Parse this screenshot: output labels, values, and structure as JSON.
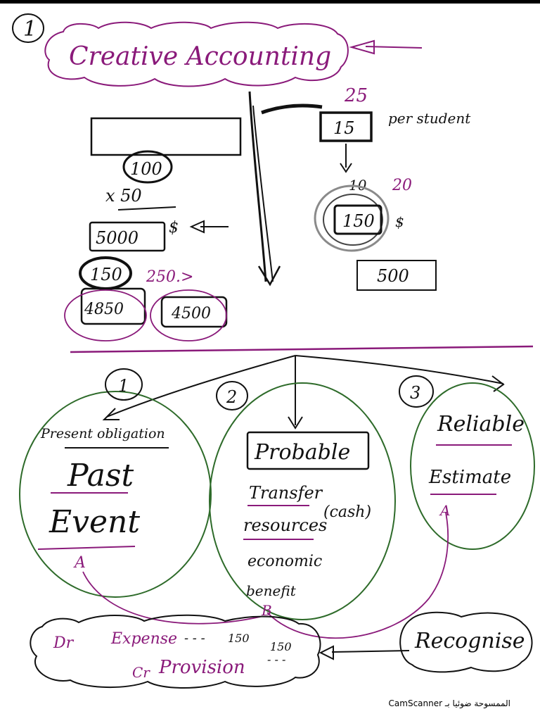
{
  "colors": {
    "ink": "#111111",
    "magenta": "#8a1a7a",
    "green": "#2e6b2a",
    "top_edge": "#000000"
  },
  "top": {
    "page_number": "1",
    "title": "Creative Accounting"
  },
  "left_calc": {
    "circled_value": "100",
    "multiplier": "x 50",
    "total": "5000",
    "currency": "$",
    "deduction": "150",
    "deduction_note": "250.>",
    "result": "4850",
    "alt_result": "4500"
  },
  "right_calc": {
    "top_note": "25",
    "per_student_value": "15",
    "per_student_label": "per student",
    "mid_note_a": "10",
    "mid_note_b": "20",
    "circled_value": "150",
    "currency": "$",
    "boxed_value": "500"
  },
  "criteria": [
    {
      "number": "1",
      "lines": [
        "Present obligation",
        "Past",
        "Event"
      ]
    },
    {
      "number": "2",
      "lines": [
        "Probable",
        "Transfer",
        "resources",
        "(cash)",
        "economic",
        "benefit"
      ]
    },
    {
      "number": "3",
      "lines": [
        "Reliable",
        "Estimate"
      ]
    }
  ],
  "entry": {
    "debit_label": "Dr",
    "debit_account": "Expense",
    "debit_amount": "150",
    "credit_label": "Cr",
    "credit_account": "Provision",
    "credit_amount": "150",
    "recognise_label": "Recognise"
  },
  "footer": {
    "scanner_text": "CamScanner الممسوحة ضوئيا بـ"
  }
}
